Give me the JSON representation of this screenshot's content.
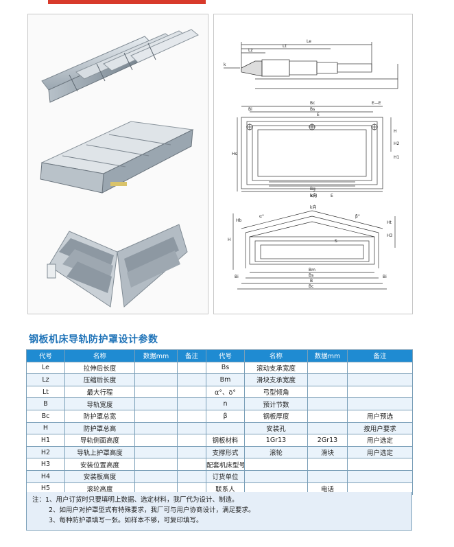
{
  "section_title": "钢板机床导轨防护罩设计参数",
  "diagram_labels": {
    "le": "Le",
    "lz": "Lz",
    "lt": "Lt",
    "k": "k",
    "bc": "Bc",
    "bs": "Bs",
    "bi": "Bi",
    "ee": "E—E",
    "e_arrow": "E",
    "h": "H",
    "h1": "H1",
    "h2": "H2",
    "h3": "H3",
    "hs": "Hs",
    "bg": "Bg",
    "k_dir": "k向",
    "k_dir2": "k向",
    "alpha": "α°",
    "beta": "β°",
    "s": "S",
    "bm": "Bm",
    "b": "B",
    "hb": "Hb",
    "ht": "Ht"
  },
  "table": {
    "headers": [
      "代号",
      "名称",
      "数据mm",
      "备注",
      "代号",
      "名称",
      "数据mm",
      "备注"
    ],
    "rows": [
      [
        "Le",
        "拉伸后长度",
        "",
        "",
        "Bs",
        "滚动支承宽度",
        "",
        ""
      ],
      [
        "Lz",
        "压缩后长度",
        "",
        "",
        "Bm",
        "滑块支承宽度",
        "",
        ""
      ],
      [
        "Lt",
        "最大行程",
        "",
        "",
        "α°、δ°",
        "弓型倾角",
        "",
        ""
      ],
      [
        "B",
        "导轨宽度",
        "",
        "",
        "n",
        "预计节数",
        "",
        ""
      ],
      [
        "Bc",
        "防护罩总宽",
        "",
        "",
        "β",
        "钢板厚度",
        "",
        "用户预选"
      ],
      [
        "H",
        "防护罩总高",
        "",
        "",
        "",
        "安装孔",
        "",
        "按用户要求"
      ],
      [
        "H1",
        "导轨侧面高度",
        "",
        "",
        "钢板材料",
        "1Gr13",
        "2Gr13",
        "用户选定"
      ],
      [
        "H2",
        "导轨上护罩高度",
        "",
        "",
        "支撑形式",
        "滚轮",
        "滑块",
        "用户选定"
      ],
      [
        "H3",
        "安装位置高度",
        "",
        "",
        "配套机床型号",
        "",
        "",
        ""
      ],
      [
        "H4",
        "安装板高度",
        "",
        "",
        "订货单位",
        "",
        "",
        ""
      ],
      [
        "H5",
        "滚轮高度",
        "",
        "",
        "联系人",
        "",
        "电话",
        ""
      ]
    ]
  },
  "notes": {
    "n1": "注：1、用户订货时只要填明上数据、选定材料，我厂代为设计、制造。",
    "n2": "2、如用户对护罩型式有特殊要求，我厂可与用户协商设计，满足要求。",
    "n3": "3、每种防护罩填写一张。如样本不够，可复印填写。"
  },
  "colors": {
    "header_bg": "#1f8bd2",
    "title": "#1f73b8",
    "accent_red": "#d83a2b",
    "notes_bg": "#e5eef8"
  }
}
